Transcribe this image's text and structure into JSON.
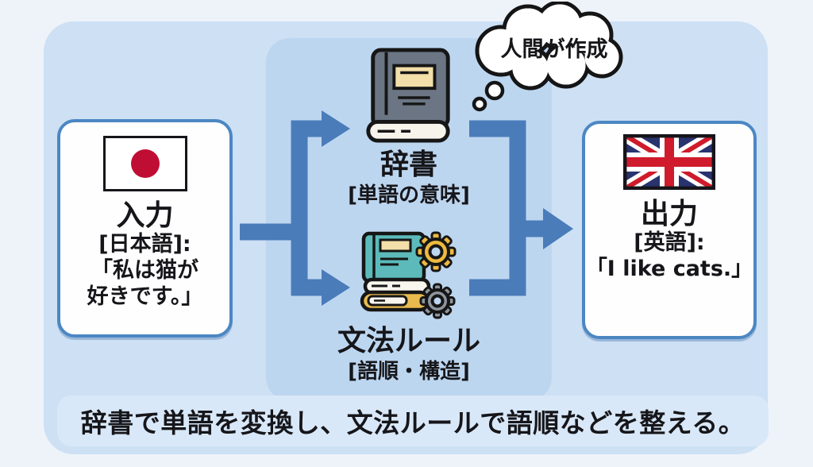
{
  "diagram_title_note": "rule-based machine translation flow",
  "colors": {
    "page_bg": "#eef3fa",
    "main_rect_bg": "#cde0f4",
    "engine_panel_bg": "#bdd6f0",
    "caption_bar_bg": "#d9e8f8",
    "arrow_blue": "#4a7cba",
    "box_border_blue": "#4c87c3",
    "japan_flag_red": "#c00d34",
    "uk_flag_navy": "#29336f",
    "uk_flag_red": "#cf1b2b",
    "dict_book_cover": "#6b7583",
    "grammar_book_teal": "#5cbaba",
    "grammar_book_gold": "#e9ba4e",
    "gear_yellow": "#edb93f",
    "gear_gray": "#8e959e"
  },
  "input_box": {
    "flag_icon": "japan-flag-icon",
    "title": "入力",
    "lang": "[日本語]:",
    "line1": "「私は猫が",
    "line2": "好きです。」"
  },
  "engine": {
    "dictionary": {
      "icon": "dictionary-book-icon",
      "title": "辞書",
      "subtitle": "[単語の意味]"
    },
    "grammar": {
      "icon": "grammar-books-gears-icon",
      "title": "文法ルール",
      "subtitle": "[語順・構造]"
    },
    "bubble": {
      "icon": "thought-bubble-icon",
      "label": "人間が作成"
    }
  },
  "output_box": {
    "flag_icon": "uk-flag-icon",
    "title": "出力",
    "lang": "[英語]:",
    "line1": "「I like cats.」"
  },
  "caption": {
    "text": "辞書で単語を変換し、文法ルールで語順などを整える。"
  }
}
